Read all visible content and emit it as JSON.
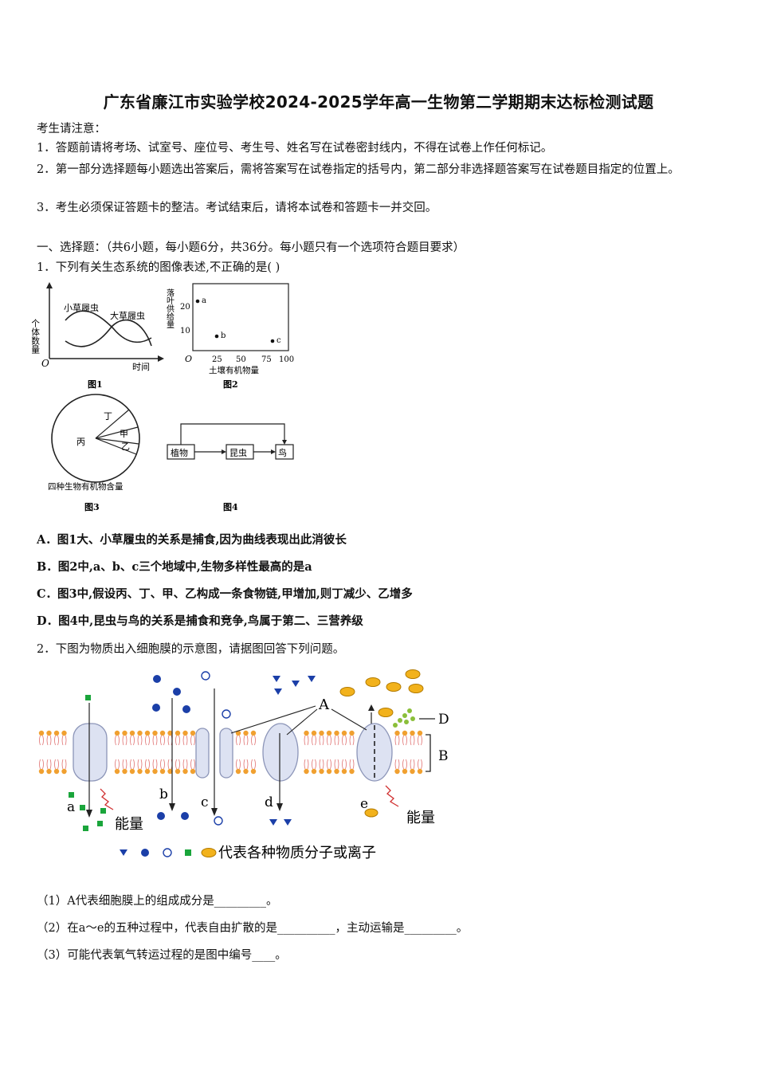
{
  "title": "广东省廉江市实验学校2024-2025学年高一生物第二学期期末达标检测试题",
  "notice": {
    "heading": "考生请注意：",
    "items": [
      "1．答题前请将考场、试室号、座位号、考生号、姓名写在试卷密封线内，不得在试卷上作任何标记。",
      "2．第一部分选择题每小题选出答案后，需将答案写在试卷指定的括号内，第二部分非选择题答案写在试卷题目指定的位置上。",
      "3．考生必须保证答题卡的整洁。考试结束后，请将本试卷和答题卡一并交回。"
    ]
  },
  "section1": "一、选择题：（共6小题，每小题6分，共36分。每小题只有一个选项符合题目要求）",
  "q1": {
    "stem": "1．下列有关生态系统的图像表述,不正确的是(    )",
    "fig1": {
      "ylabel": "个体数量",
      "xlabel": "时间",
      "origin": "O",
      "label_small": "小草履虫",
      "label_large": "大草履虫",
      "caption": "图1"
    },
    "fig2": {
      "ylabel": "落叶供给量",
      "xlabel": "土壤有机物量",
      "origin": "O",
      "yticks": [
        "20",
        "10"
      ],
      "xticks": [
        "25",
        "50",
        "75",
        "100"
      ],
      "points": [
        "a",
        "b",
        "c"
      ],
      "caption": "图2"
    },
    "fig3": {
      "slices": [
        "丙",
        "丁",
        "甲",
        "乙"
      ],
      "label": "四种生物有机物含量",
      "caption": "图3"
    },
    "fig4": {
      "nodes": [
        "植物",
        "昆虫",
        "鸟"
      ],
      "caption": "图4"
    },
    "options": [
      "A．图1大、小草履虫的关系是捕食,因为曲线表现出此消彼长",
      "B．图2中,a、b、c三个地域中,生物多样性最高的是a",
      "C．图3中,假设丙、丁、甲、乙构成一条食物链,甲增加,则丁减少、乙增多",
      "D．图4中,昆虫与鸟的关系是捕食和竞争,鸟属于第二、三营养级"
    ]
  },
  "q2": {
    "stem": "2．下图为物质出入细胞膜的示意图，请据图回答下列问题。",
    "diagram": {
      "labels": {
        "A": "A",
        "B": "B",
        "D": "D",
        "a": "a",
        "b": "b",
        "c": "c",
        "d": "d",
        "e": "e",
        "energy1": "能量",
        "energy2": "能量"
      },
      "legend": "代表各种物质分子或离子"
    },
    "subs": [
      "（1）A代表细胞膜上的组成成分是_________。",
      "（2）在a～e的五种过程中，代表自由扩散的是__________，主动运输是_________。",
      "（3）可能代表氧气转运过程的是图中编号____。"
    ]
  },
  "colors": {
    "head": "#f0a030",
    "tail": "#e07070",
    "protein": "#cfd6ec",
    "green": "#1aa53b",
    "blue": "#1b3fa8",
    "oval": "#f2b21c"
  }
}
